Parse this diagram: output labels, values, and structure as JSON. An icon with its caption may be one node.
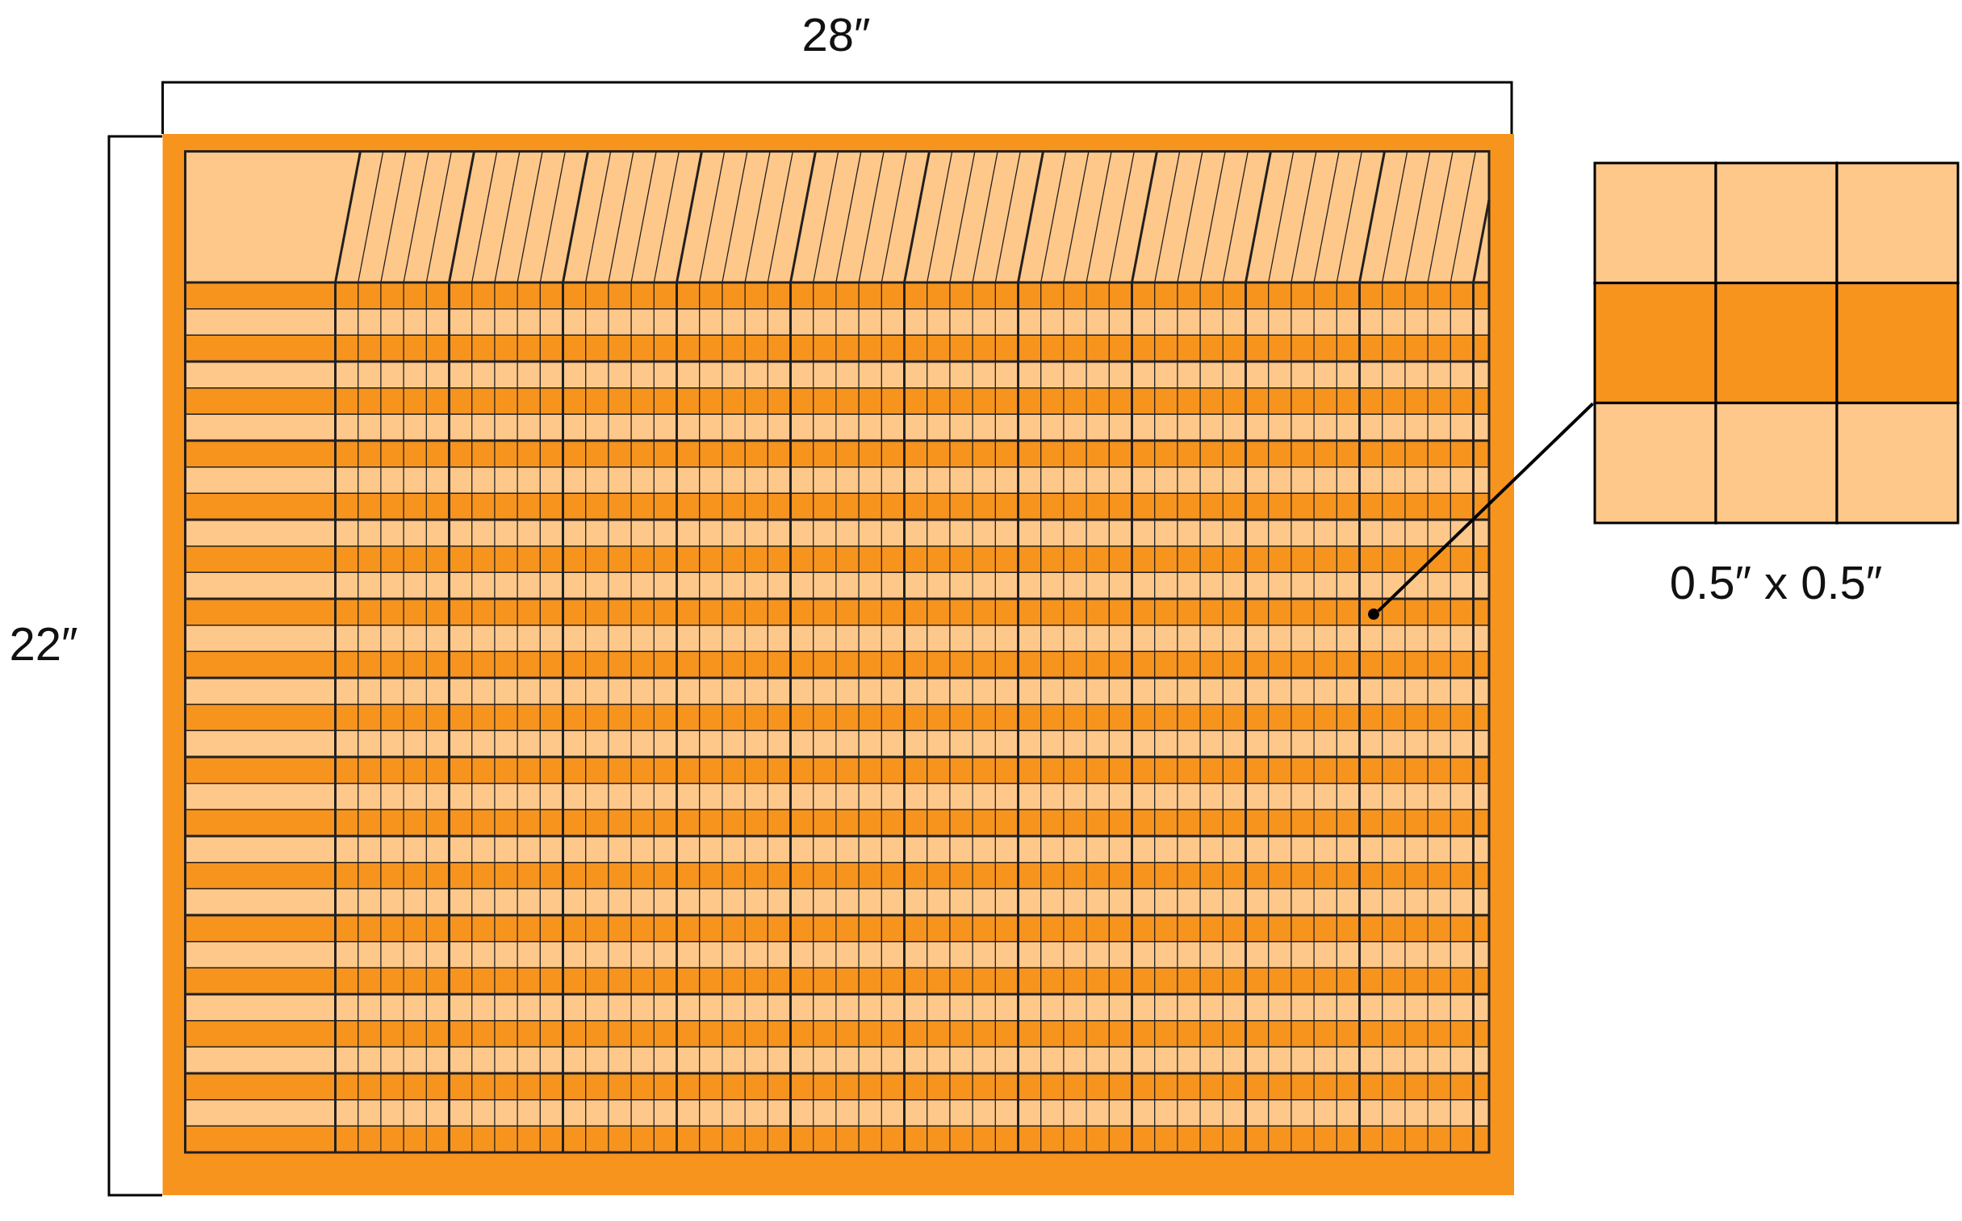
{
  "diagram": {
    "nodes": [
      {
        "text": [],
        "shape": "box",
        "beside": [
          "0.5″ x 0.5″"
        ]
      },
      {
        "text": [],
        "shape": "circle"
      }
    ],
    "edges": [
      {
        "from": 0,
        "to": 1,
        "arrow": "none"
      }
    ],
    "labels": [
      "28″",
      "22″"
    ]
  }
}
